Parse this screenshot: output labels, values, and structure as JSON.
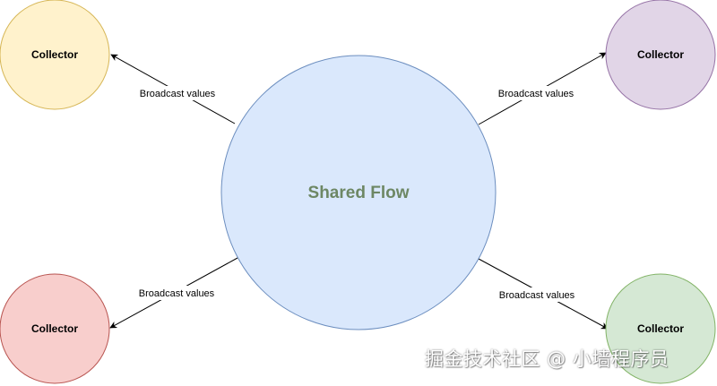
{
  "diagram": {
    "center": {
      "label": "Shared Flow",
      "fill": "#dae8fc",
      "stroke": "#6c8ebf",
      "text_color": "#6d8764"
    },
    "collectors": [
      {
        "label": "Collector",
        "fill": "#fff2cc",
        "stroke": "#d6b656"
      },
      {
        "label": "Collector",
        "fill": "#e1d5e7",
        "stroke": "#9673a6"
      },
      {
        "label": "Collector",
        "fill": "#f8cecc",
        "stroke": "#b85450"
      },
      {
        "label": "Collector",
        "fill": "#d5e8d4",
        "stroke": "#82b366"
      }
    ],
    "edges": [
      {
        "label": "Broadcast values"
      },
      {
        "label": "Broadcast values"
      },
      {
        "label": "Broadcast values"
      },
      {
        "label": "Broadcast values"
      }
    ]
  },
  "watermark": {
    "text": "掘金技术社区 @ 小墙程序员"
  }
}
